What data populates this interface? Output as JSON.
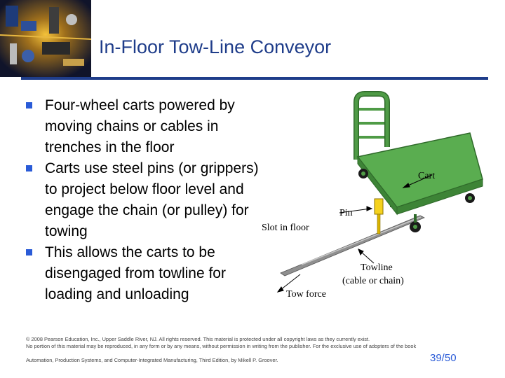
{
  "slide": {
    "title": "In-Floor Tow-Line Conveyor",
    "bullets": [
      "Four-wheel carts powered by moving chains or cables in trenches in the floor",
      "Carts use steel pins (or grippers) to project below floor level and engage the chain (or pulley) for towing",
      "This allows the carts to be disengaged from towline for loading and unloading"
    ]
  },
  "diagram": {
    "labels": {
      "cart": "Cart",
      "pin": "Pin",
      "slot": "Slot in floor",
      "towline_1": "Towline",
      "towline_2": "(cable or chain)",
      "tow_force": "Tow force"
    },
    "colors": {
      "cart": "#4f9b46",
      "cart_dark": "#2f6a2a",
      "pin": "#f5d21e",
      "slot": "#8f8f8f"
    }
  },
  "footer": {
    "copyright_1": "© 2008 Pearson Education, Inc., Upper Saddle River, NJ.  All rights reserved.  This material is protected under all copyright laws as they currently exist.",
    "copyright_2": "No portion of this material may be reproduced, in any form or by any means, without permission in writing from the publisher.  For the exclusive use of adopters of the book",
    "source": "Automation, Production Systems, and Computer-Integrated Manufacturing, Third Edition, by Mikell P. Groover.",
    "page": "39/50"
  }
}
